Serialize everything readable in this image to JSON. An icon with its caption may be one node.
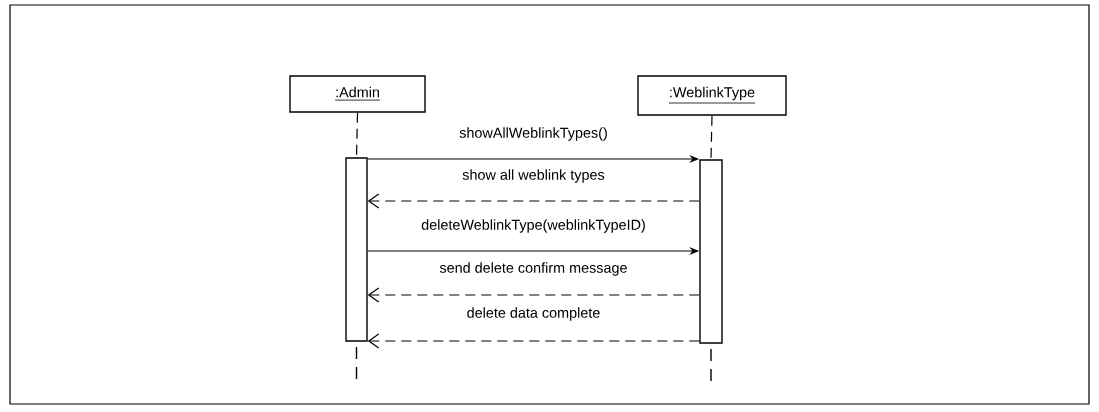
{
  "diagram": {
    "nodes": [
      {
        "text": [
          ":Admin"
        ]
      },
      {
        "text": [
          ":WeblinkType"
        ]
      },
      {
        "text": [],
        "shape": "bar"
      },
      {
        "text": [],
        "shape": "bar"
      }
    ],
    "edges": [
      {
        "from": 0,
        "to": 2,
        "arrow": "none",
        "style": "dashed"
      },
      {
        "from": 1,
        "to": 3,
        "arrow": "none",
        "style": "dashed"
      },
      {
        "from": 2,
        "to": 3,
        "arrow": "to",
        "label": "showAllWeblinkTypes()"
      },
      {
        "from": 3,
        "to": 2,
        "arrow": "to",
        "style": "dashed",
        "label": "show all weblink types"
      },
      {
        "from": 2,
        "to": 3,
        "arrow": "to",
        "label": "deleteWeblinkType(weblinkTypeID)"
      },
      {
        "from": 3,
        "to": 2,
        "arrow": "to",
        "style": "dashed",
        "label": "send delete confirm message"
      },
      {
        "from": 3,
        "to": 2,
        "arrow": "to",
        "style": "dashed",
        "label": "delete data complete"
      }
    ]
  }
}
